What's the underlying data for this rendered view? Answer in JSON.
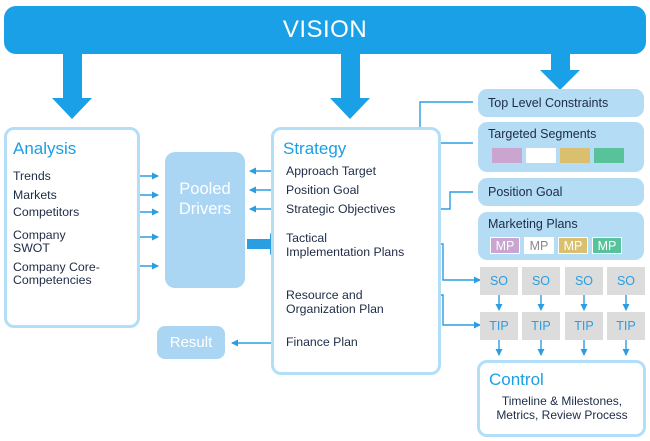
{
  "vision": {
    "label": "VISION"
  },
  "analysis": {
    "title": "Analysis",
    "items": [
      "Trends",
      "Markets",
      "Competitors",
      "Company SWOT",
      "Company Core-Competencies"
    ]
  },
  "pooled_drivers": {
    "line1": "Pooled",
    "line2": "Drivers"
  },
  "result": {
    "label": "Result"
  },
  "strategy": {
    "title": "Strategy",
    "approach_target": "Approach Target",
    "position_goal": "Position Goal",
    "strategic_objectives": "Strategic Objectives",
    "tactical_line1": "Tactical",
    "tactical_line2": "Implementation Plans",
    "resource_line1": "Resource and",
    "resource_line2": "Organization Plan",
    "finance_plan": "Finance Plan"
  },
  "right_column": {
    "top_level_constraints": "Top Level Constraints",
    "targeted_segments": {
      "title": "Targeted Segments",
      "swatch_colors": [
        "#c9a5cf",
        "#ffffff",
        "#d9bf6e",
        "#58c39a"
      ]
    },
    "position_goal": "Position Goal",
    "marketing_plans": {
      "title": "Marketing Plans",
      "mp_labels": [
        "MP",
        "MP",
        "MP",
        "MP"
      ],
      "mp_colors": [
        "#c9a5cf",
        "#ffffff",
        "#d9bf6e",
        "#58c39a"
      ]
    },
    "so_labels": [
      "SO",
      "SO",
      "SO",
      "SO"
    ],
    "tip_labels": [
      "TIP",
      "TIP",
      "TIP",
      "TIP"
    ]
  },
  "control": {
    "title": "Control",
    "line1": "Timeline & Milestones,",
    "line2": "Metrics, Review Process"
  },
  "colors": {
    "vision_blue": "#1aa0e6",
    "arrow_blue": "#2a9ee0",
    "panel_border": "#b3def7",
    "box_fill": "#aad6f4",
    "cell_gray": "#dcdcdc"
  }
}
